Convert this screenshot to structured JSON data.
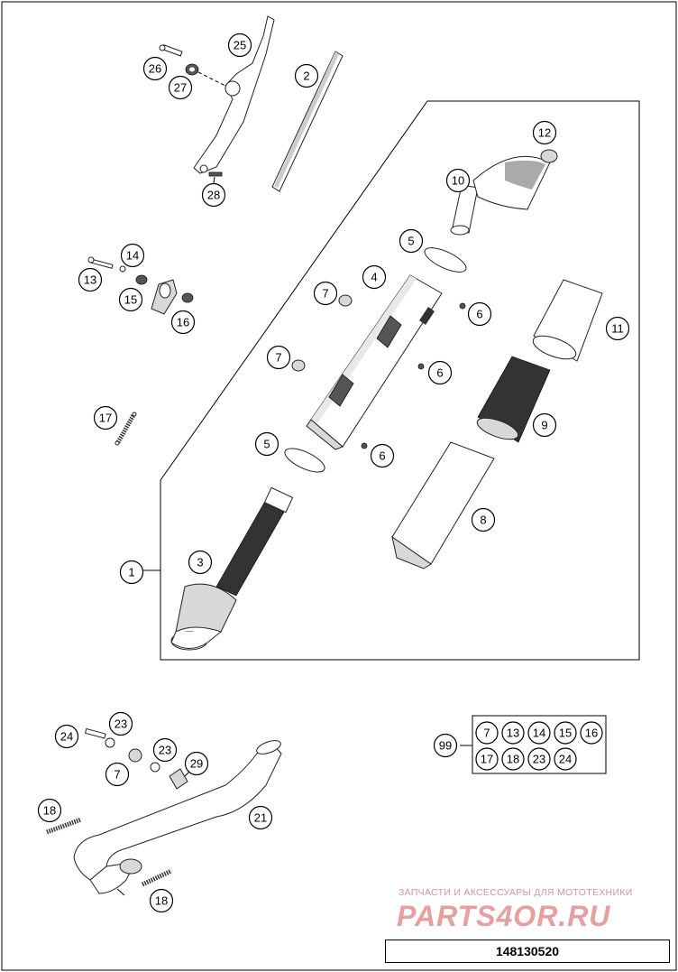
{
  "diagram": {
    "callouts": {
      "c1": "1",
      "c2": "2",
      "c3": "3",
      "c4": "4",
      "c5a": "5",
      "c5b": "5",
      "c6a": "6",
      "c6b": "6",
      "c6c": "6",
      "c7a": "7",
      "c7b": "7",
      "c7c": "7",
      "c8": "8",
      "c9": "9",
      "c10": "10",
      "c11": "11",
      "c12": "12",
      "c13": "13",
      "c14": "14",
      "c15": "15",
      "c16": "16",
      "c17": "17",
      "c18a": "18",
      "c18b": "18",
      "c21": "21",
      "c23a": "23",
      "c23b": "23",
      "c24": "24",
      "c25": "25",
      "c26": "26",
      "c27": "27",
      "c28": "28",
      "c29": "29",
      "c99": "99"
    },
    "kit_99": [
      "7",
      "13",
      "14",
      "15",
      "16",
      "17",
      "18",
      "23",
      "24"
    ]
  },
  "watermark": {
    "tagline": "ЗАПЧАСТИ И АКСЕССУАРЫ ДЛЯ МОТОТЕХНИКИ",
    "logo": "PARTS4OR.RU"
  },
  "part_number": "148130520",
  "colors": {
    "line": "#000000",
    "watermark": "#e7a0a0"
  }
}
